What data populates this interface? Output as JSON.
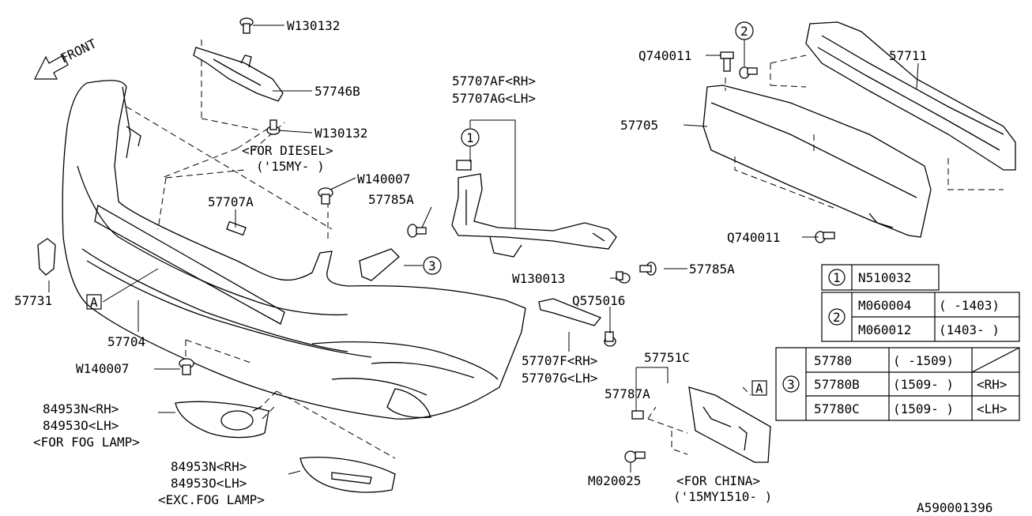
{
  "front_label": "FRONT",
  "callouts": [
    {
      "id": "w130132-top",
      "text": "W130132"
    },
    {
      "id": "57746b",
      "text": "57746B"
    },
    {
      "id": "w130132-mid",
      "text": "W130132"
    },
    {
      "id": "for-diesel",
      "text": "<FOR DIESEL>"
    },
    {
      "id": "15my-diesel",
      "text": "('15MY-    )"
    },
    {
      "id": "w140007-top",
      "text": "W140007"
    },
    {
      "id": "57707a",
      "text": "57707A"
    },
    {
      "id": "57785a-left",
      "text": "57785A"
    },
    {
      "id": "57707af",
      "text": "57707AF<RH>"
    },
    {
      "id": "57707ag",
      "text": "57707AG<LH>"
    },
    {
      "id": "q740011-top",
      "text": "Q740011"
    },
    {
      "id": "57711",
      "text": "57711"
    },
    {
      "id": "57705",
      "text": "57705"
    },
    {
      "id": "q740011-bot",
      "text": "Q740011"
    },
    {
      "id": "57785a-right",
      "text": "57785A"
    },
    {
      "id": "w130013",
      "text": "W130013"
    },
    {
      "id": "q575016",
      "text": "Q575016"
    },
    {
      "id": "57731",
      "text": "57731"
    },
    {
      "id": "57704",
      "text": "57704"
    },
    {
      "id": "w140007-bot",
      "text": "W140007"
    },
    {
      "id": "57707f",
      "text": "57707F<RH>"
    },
    {
      "id": "57707g",
      "text": "57707G<LH>"
    },
    {
      "id": "57751c",
      "text": "57751C"
    },
    {
      "id": "57787a",
      "text": "57787A"
    },
    {
      "id": "84953n-fog",
      "text": "84953N<RH>"
    },
    {
      "id": "84953o-fog",
      "text": "84953O<LH>"
    },
    {
      "id": "for-fog",
      "text": "<FOR FOG LAMP>"
    },
    {
      "id": "84953n-exc",
      "text": "84953N<RH>"
    },
    {
      "id": "84953o-exc",
      "text": "84953O<LH>"
    },
    {
      "id": "exc-fog",
      "text": "<EXC.FOG LAMP>"
    },
    {
      "id": "m020025",
      "text": "M020025"
    },
    {
      "id": "for-china",
      "text": "<FOR CHINA>"
    },
    {
      "id": "15my1510",
      "text": "('15MY1510-     )"
    }
  ],
  "markers": {
    "circle_1": "1",
    "circle_2": "2",
    "circle_3": "3",
    "box_a": "A"
  },
  "table1": {
    "marker": "1",
    "part": "N510032"
  },
  "table2": {
    "marker": "2",
    "rows": [
      {
        "part": "M060004",
        "period": "( -1403)"
      },
      {
        "part": "M060012",
        "period": "(1403- )"
      }
    ]
  },
  "table3": {
    "marker": "3",
    "rows": [
      {
        "part": "57780",
        "period": "( -1509)",
        "side": ""
      },
      {
        "part": "57780B",
        "period": "(1509- )",
        "side": "<RH>"
      },
      {
        "part": "57780C",
        "period": "(1509- )",
        "side": "<LH>"
      }
    ]
  },
  "diagram_code": "A590001396"
}
